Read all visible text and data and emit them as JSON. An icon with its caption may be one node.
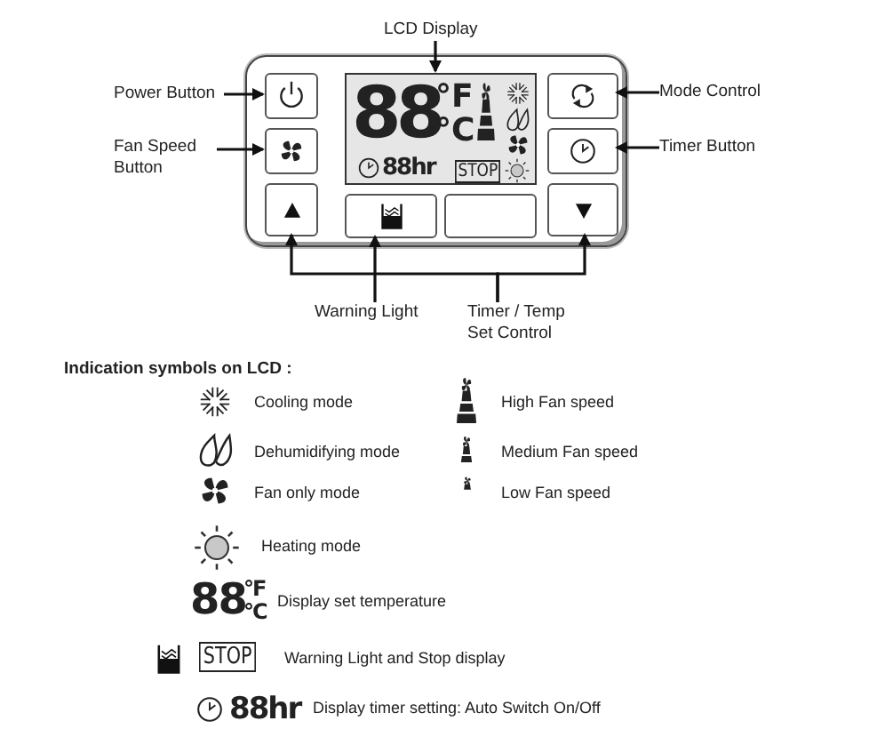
{
  "diagram": {
    "nodes": [
      {
        "text": [],
        "shape": "box"
      },
      {
        "text": [
          "88",
          "°F",
          "°C",
          "88hr",
          "STOP"
        ],
        "in": 0
      },
      {
        "text": [],
        "shape": "box",
        "in": 0
      },
      {
        "text": [],
        "shape": "box",
        "in": 0
      },
      {
        "text": [],
        "shape": "box",
        "in": 0
      },
      {
        "text": [],
        "shape": "box",
        "in": 0
      },
      {
        "text": [],
        "shape": "box",
        "in": 0
      },
      {
        "text": [],
        "shape": "box",
        "in": 0
      },
      {
        "text": [],
        "shape": "box",
        "in": 0
      },
      {
        "text": [],
        "shape": "box",
        "in": 0
      },
      {
        "text": [
          "LCD Display"
        ]
      },
      {
        "text": [
          "Power Button"
        ]
      },
      {
        "text": [
          "Fan Speed Button"
        ]
      },
      {
        "text": [
          "Mode Control"
        ]
      },
      {
        "text": [
          "Timer Button"
        ]
      },
      {
        "text": [
          "Warning Light"
        ]
      },
      {
        "text": [
          "Timer / Temp Set Control"
        ]
      }
    ],
    "edges": [
      {
        "from": 10,
        "to": 1,
        "arrow": "to"
      },
      {
        "from": 11,
        "to": 2,
        "arrow": "to"
      },
      {
        "from": 12,
        "to": 3,
        "arrow": "to"
      },
      {
        "from": 13,
        "to": 7,
        "arrow": "to"
      },
      {
        "from": 14,
        "to": 8,
        "arrow": "to"
      },
      {
        "from": 15,
        "to": 5,
        "arrow": "to"
      },
      {
        "from": 16,
        "to": 4,
        "arrow": "to"
      },
      {
        "from": 16,
        "to": 9,
        "arrow": "to"
      }
    ],
    "labels": [
      "Indication symbols on LCD :",
      "Cooling mode",
      "High Fan speed",
      "Dehumidifying mode",
      "Medium Fan speed",
      "Fan only mode",
      "Low Fan speed",
      "Heating mode",
      "88",
      "°F",
      "°C",
      "Display set temperature",
      "STOP",
      "Warning Light and Stop display",
      "88hr",
      "Display timer setting: Auto Switch On/Off"
    ]
  }
}
